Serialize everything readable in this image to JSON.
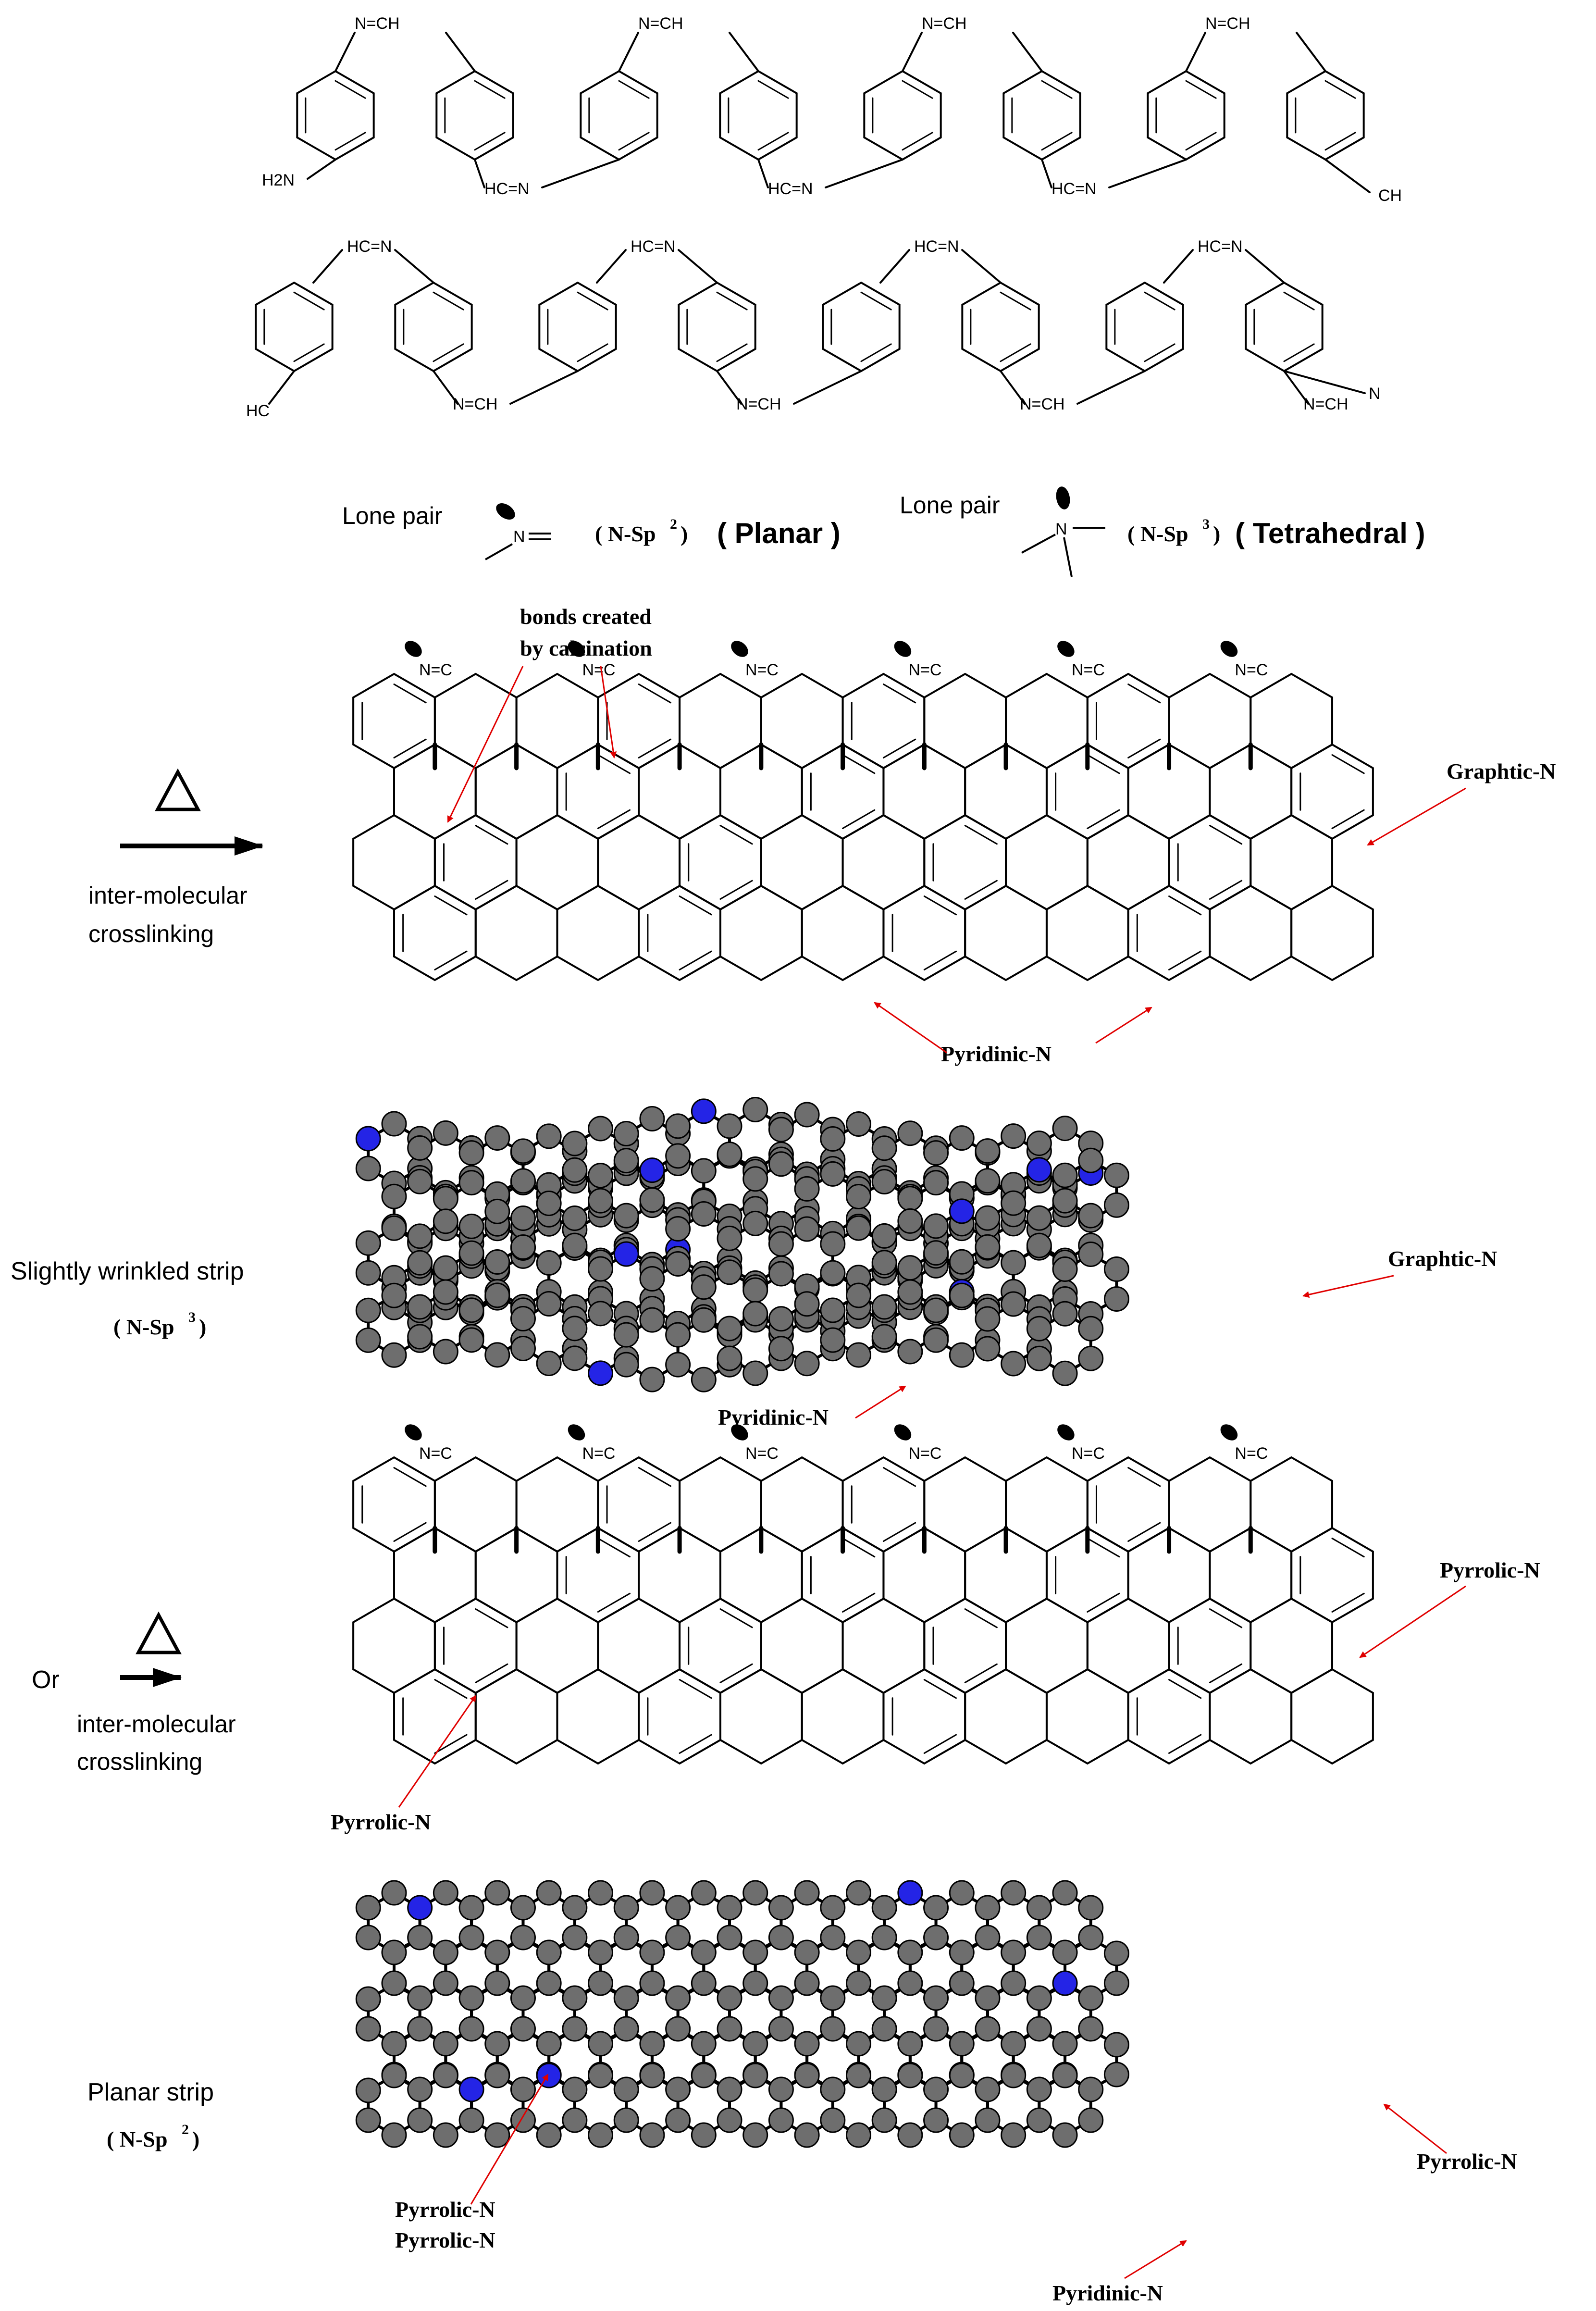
{
  "polymer": {
    "end_left": "H2N",
    "end_right": "CH",
    "end_left_row2": "HC",
    "end_right_row2": "N",
    "imine_a": "N=CH",
    "imine_b": "HC=N"
  },
  "legend": {
    "lone_pair_1": "Lone pair",
    "sp2": "( N-Sp",
    "sp2_sup": "2",
    "sp2_close": ")",
    "planar": "( Planar )",
    "lone_pair_2": "Lone pair",
    "sp3": "( N-Sp",
    "sp3_sup": "3",
    "sp3_close": ")",
    "tetrahedral": "( Tetrahedral  )"
  },
  "step1": {
    "arrow_caption_1": "inter-molecular",
    "arrow_caption_2": "crosslinking",
    "callout_bonds_1": "bonds created",
    "callout_bonds_2": "by calcination",
    "callout_graphitic": "Graphtic-N",
    "callout_pyridinic": "Pyridinic-N"
  },
  "strip1": {
    "label": "Slightly wrinkled strip",
    "sub": "( N-Sp",
    "sub_sup": "3",
    "sub_close": ")",
    "callout_graphitic": "Graphtic-N",
    "callout_pyridinic": "Pyridinic-N"
  },
  "step2": {
    "or": "Or",
    "arrow_caption_1": "inter-molecular",
    "arrow_caption_2": "crosslinking",
    "callout_pyrrolic_right": "Pyrrolic-N",
    "callout_pyrrolic_left": "Pyrrolic-N"
  },
  "strip2": {
    "label": "Planar strip",
    "sub": "( N-Sp",
    "sub_sup": "2",
    "sub_close": ")",
    "callout_pyrrolic_left_1": "Pyrrolic-N",
    "callout_pyrrolic_left_2": "Pyrrolic-N",
    "callout_pyrrolic_right": "Pyrrolic-N",
    "callout_pyridinic": "Pyridinic-N"
  },
  "colors": {
    "carbon_atom": "#6e6e6e",
    "nitrogen_atom": "#2424e6",
    "callout": "#e00000",
    "bond": "#000000"
  }
}
